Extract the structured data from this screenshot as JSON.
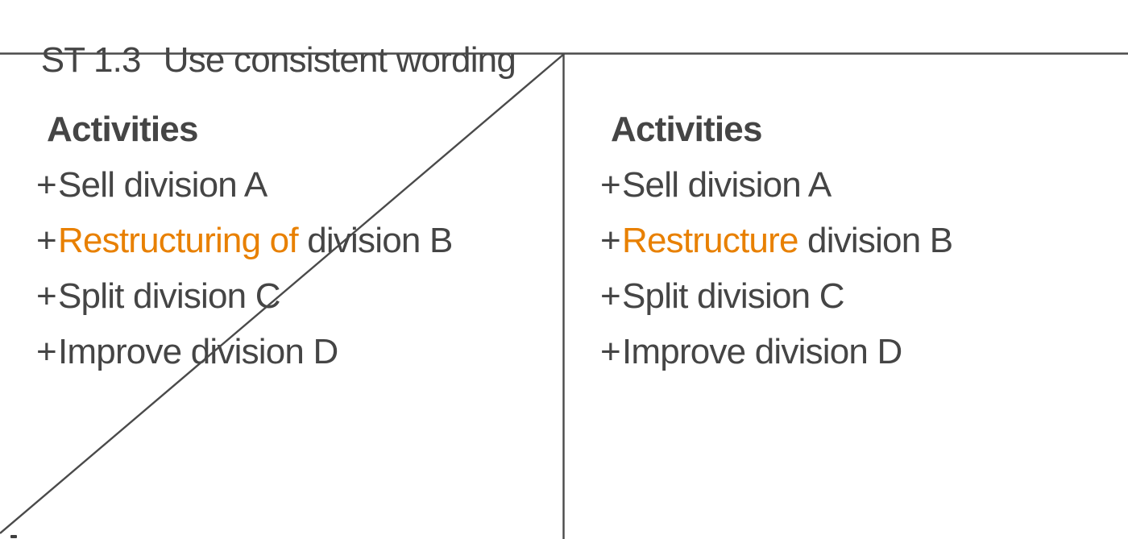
{
  "title": {
    "code": "ST 1.3",
    "text": "Use consistent wording"
  },
  "colors": {
    "text_gray": "#454545",
    "accent_orange": "#e88000",
    "line_color": "#4a4a4a"
  },
  "panels": {
    "left": {
      "heading": "Activities",
      "crossed_out": true,
      "items": [
        {
          "bullet": "+",
          "segments": [
            {
              "text": "Sell division A",
              "highlight": false
            }
          ]
        },
        {
          "bullet": "+",
          "segments": [
            {
              "text": "Restructuring of ",
              "highlight": true
            },
            {
              "text": "division B",
              "highlight": false
            }
          ]
        },
        {
          "bullet": "+",
          "segments": [
            {
              "text": "Split division C",
              "highlight": false
            }
          ]
        },
        {
          "bullet": "+",
          "segments": [
            {
              "text": "Improve division D",
              "highlight": false
            }
          ]
        }
      ]
    },
    "right": {
      "heading": "Activities",
      "crossed_out": false,
      "items": [
        {
          "bullet": "+",
          "segments": [
            {
              "text": "Sell division A",
              "highlight": false
            }
          ]
        },
        {
          "bullet": "+",
          "segments": [
            {
              "text": "Restructure ",
              "highlight": true
            },
            {
              "text": "division B",
              "highlight": false
            }
          ]
        },
        {
          "bullet": "+",
          "segments": [
            {
              "text": "Split division C",
              "highlight": false
            }
          ]
        },
        {
          "bullet": "+",
          "segments": [
            {
              "text": "Improve division D",
              "highlight": false
            }
          ]
        }
      ]
    }
  }
}
